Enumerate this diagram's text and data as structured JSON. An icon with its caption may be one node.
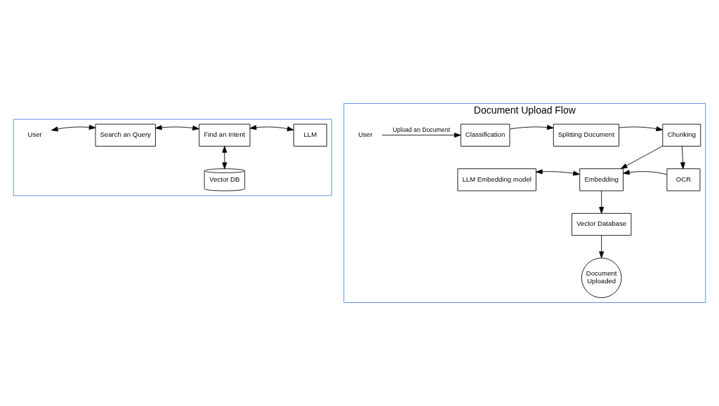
{
  "diagram": {
    "nodes": [
      {
        "text": [],
        "shape": "box"
      },
      {
        "text": [
          "User"
        ],
        "in": 0
      },
      {
        "text": [
          "Search an Query"
        ],
        "in": 0
      },
      {
        "text": [
          "Find an Intent"
        ],
        "in": 0
      },
      {
        "text": [
          "LLM"
        ],
        "in": 0
      },
      {
        "text": [
          "Vector DB"
        ],
        "in": 0
      },
      {
        "text": [
          "Document Upload Flow"
        ]
      },
      {
        "text": [
          "User"
        ],
        "in": 6
      },
      {
        "text": [
          "Classification"
        ],
        "in": 6
      },
      {
        "text": [
          "Splitting Document"
        ],
        "in": 6
      },
      {
        "text": [
          "Chunking"
        ],
        "in": 6
      },
      {
        "text": [
          "LLM Embedding model"
        ],
        "in": 6
      },
      {
        "text": [
          "Embedding"
        ],
        "in": 6
      },
      {
        "text": [
          "OCR"
        ],
        "in": 6
      },
      {
        "text": [
          "Vector Database"
        ],
        "in": 6
      },
      {
        "text": [
          "Document Uploaded"
        ],
        "in": 6
      }
    ],
    "edges": [
      {
        "from": 1,
        "to": 2,
        "arrow": "both"
      },
      {
        "from": 2,
        "to": 3,
        "arrow": "both"
      },
      {
        "from": 3,
        "to": 4,
        "arrow": "both"
      },
      {
        "from": 3,
        "to": 5,
        "arrow": "both"
      },
      {
        "from": 7,
        "to": 8,
        "arrow": "to",
        "label": "Upload an Document"
      },
      {
        "from": 8,
        "to": 9,
        "arrow": "to"
      },
      {
        "from": 9,
        "to": 10,
        "arrow": "to"
      },
      {
        "from": 10,
        "to": 12,
        "arrow": "to"
      },
      {
        "from": 10,
        "to": 13,
        "arrow": "to"
      },
      {
        "from": 11,
        "to": 12,
        "arrow": "both"
      },
      {
        "from": 13,
        "to": 12,
        "arrow": "to"
      },
      {
        "from": 12,
        "to": 14,
        "arrow": "to"
      },
      {
        "from": 14,
        "to": 15,
        "arrow": "to"
      }
    ]
  }
}
